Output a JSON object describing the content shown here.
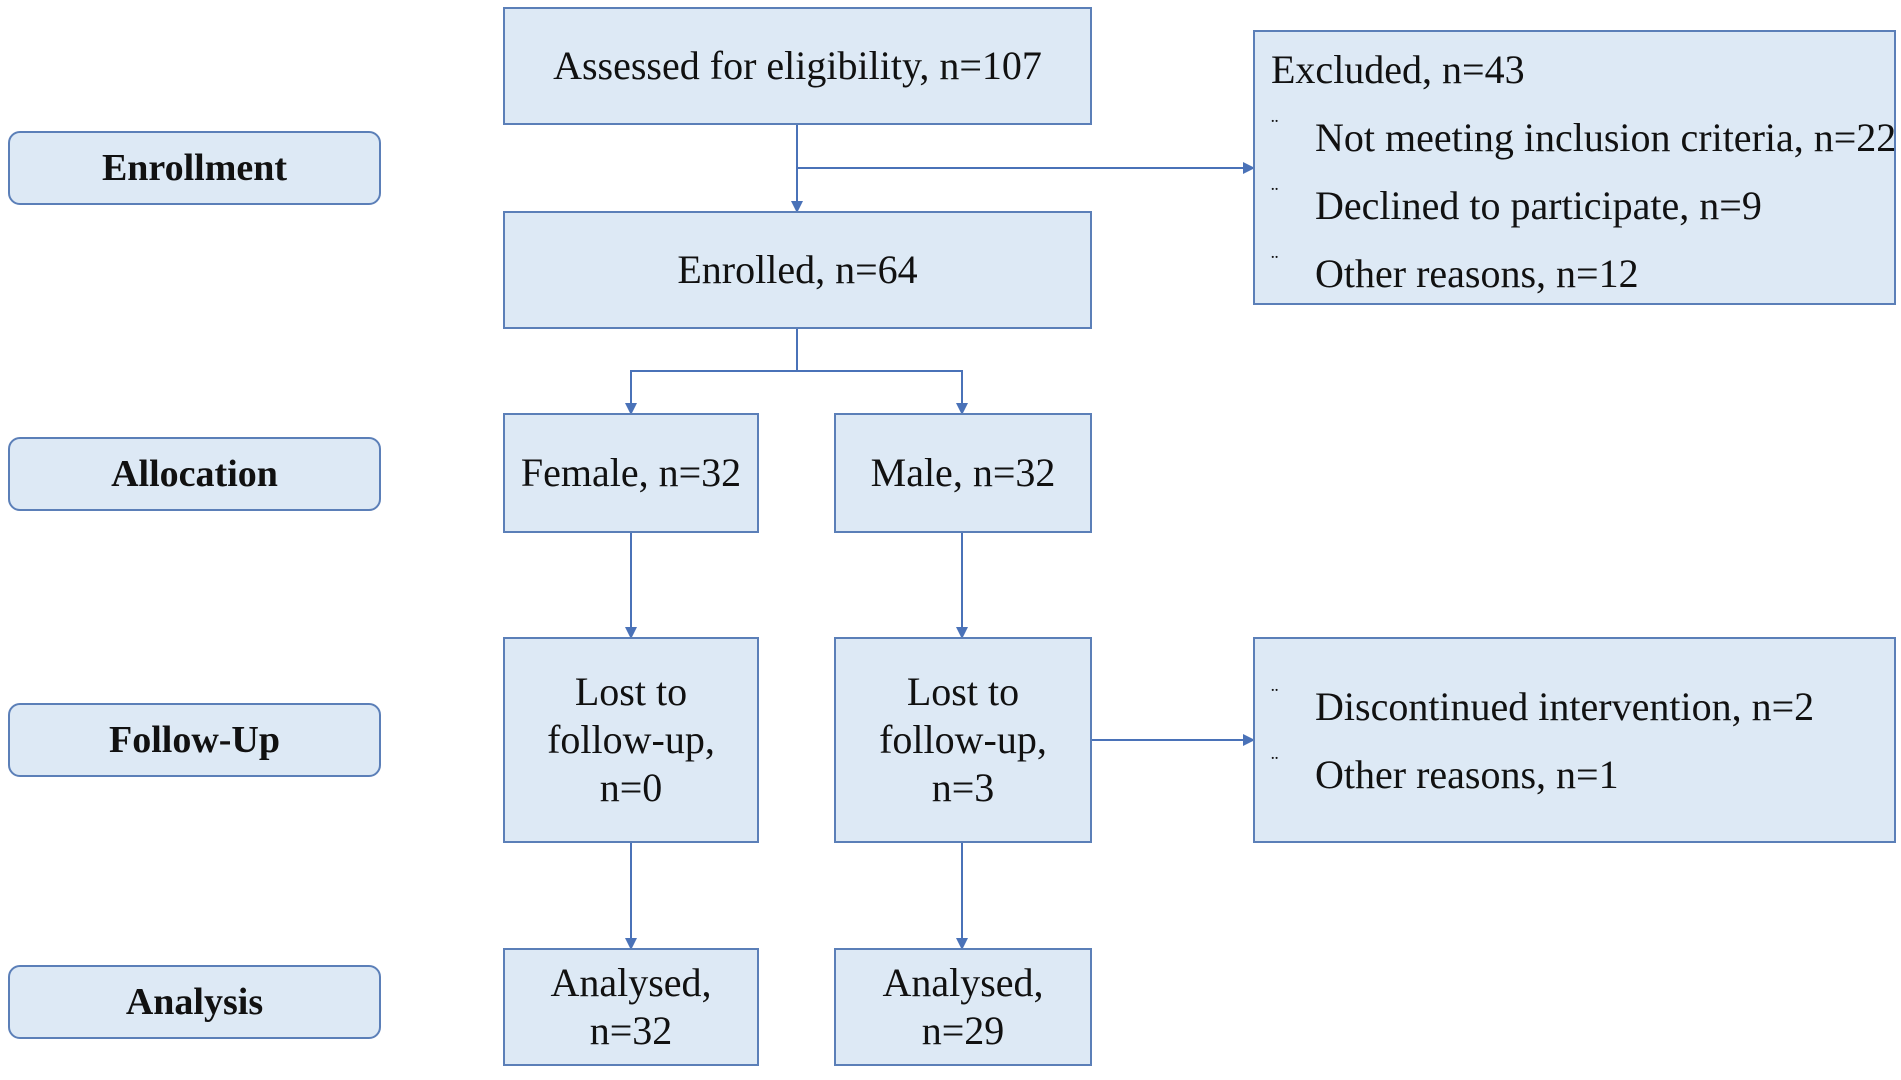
{
  "stages": {
    "enrollment": "Enrollment",
    "allocation": "Allocation",
    "follow_up": "Follow-Up",
    "analysis": "Analysis"
  },
  "boxes": {
    "assessed": "Assessed for eligibility, n=107",
    "enrolled": "Enrolled, n=64",
    "female": "Female, n=32",
    "male": "Male, n=32",
    "lost_female": [
      "Lost to",
      "follow-up,",
      "n=0"
    ],
    "lost_male": [
      "Lost to",
      "follow-up,",
      "n=3"
    ],
    "analysed_female": [
      "Analysed,",
      "n=32"
    ],
    "analysed_male": [
      "Analysed,",
      "n=29"
    ]
  },
  "excluded": {
    "title": "Excluded, n=43",
    "bullet": "¨",
    "items": [
      "Not meeting inclusion criteria, n=22",
      "Declined to participate, n=9",
      "Other reasons, n=12"
    ]
  },
  "followup_reasons": {
    "bullet": "¨",
    "items": [
      "Discontinued intervention, n=2",
      "Other reasons, n=1"
    ]
  },
  "colors": {
    "fill": "#dde9f5",
    "border": "#5b7fb8",
    "arrow": "#4a72b8"
  }
}
